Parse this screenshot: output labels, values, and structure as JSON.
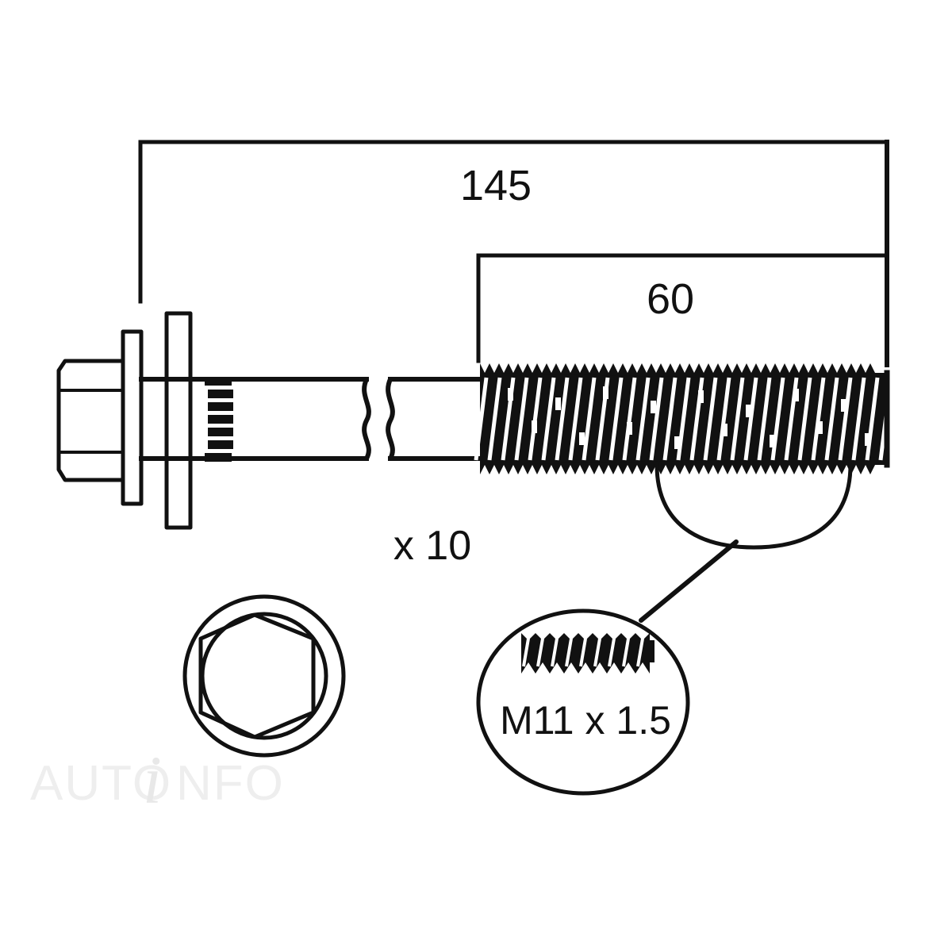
{
  "drawing": {
    "title": "Cylinder head bolt technical drawing",
    "background_color": "#ffffff",
    "line_color": "#111111"
  },
  "dimensions": {
    "overall_length": "145",
    "thread_length": "60"
  },
  "quantity": {
    "label": "x 10"
  },
  "callout": {
    "thread_spec": "M11 x 1.5",
    "detail_icon": "thread-profile-icon"
  },
  "views": {
    "side_view_name": "bolt-side-view",
    "end_view_name": "hex-socket-end-view"
  },
  "watermark": {
    "part1": "AUTO",
    "part2": "i",
    "part3": "NFO",
    "color": "#eeeeee"
  }
}
